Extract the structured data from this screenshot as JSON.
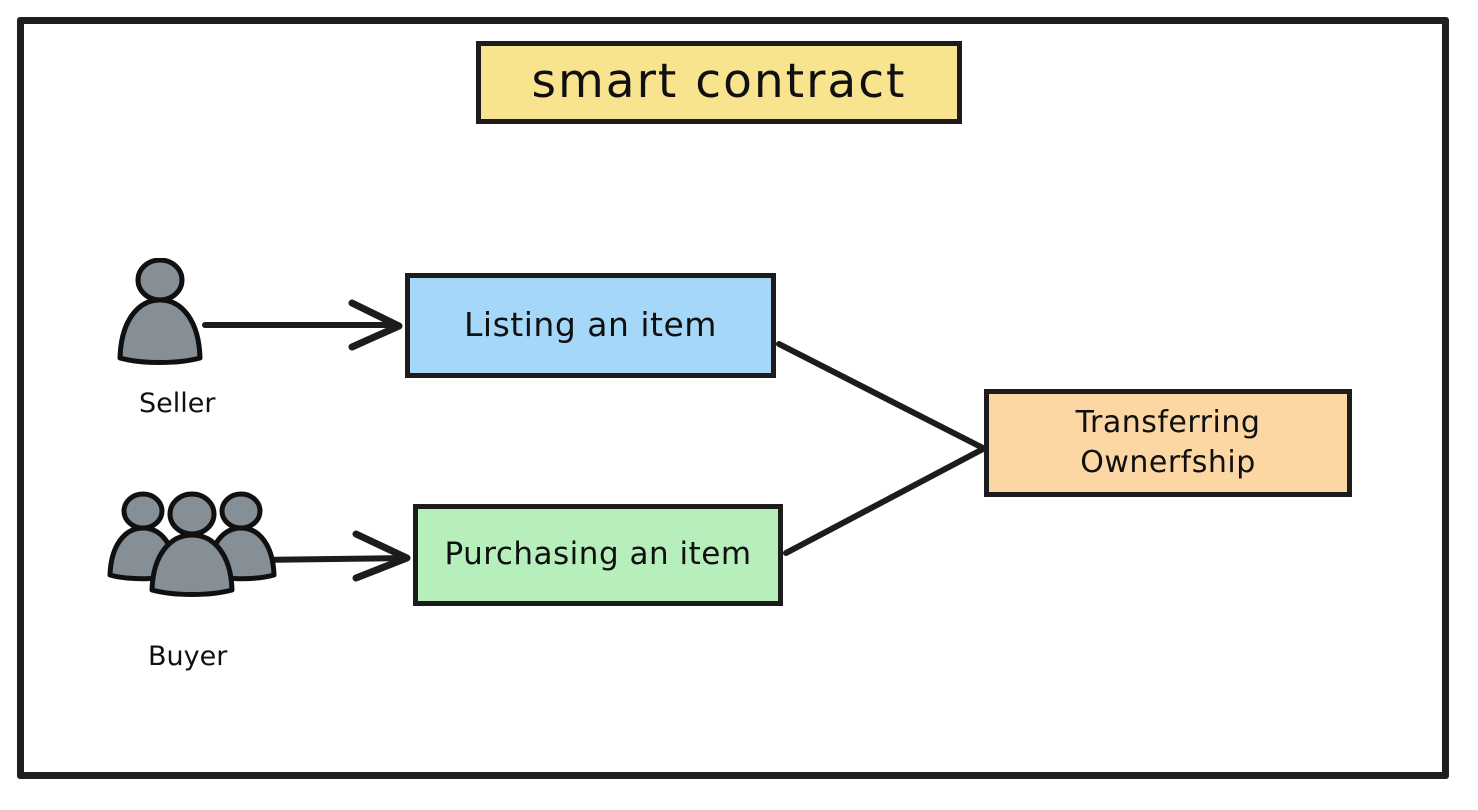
{
  "diagram": {
    "title": "smart contract",
    "frame_color": "#1f1f1f",
    "background": "#ffffff",
    "nodes": [
      {
        "id": "title",
        "label": "smart contract",
        "fill": "#F8E48E",
        "stroke": "#1c1c1c",
        "role": "container-title"
      },
      {
        "id": "listing",
        "label": "Listing an item",
        "fill": "#A5D8F8",
        "stroke": "#1c1c1c",
        "role": "process"
      },
      {
        "id": "purchasing",
        "label": "Purchasing an item",
        "fill": "#B6EFBC",
        "stroke": "#1c1c1c",
        "role": "process"
      },
      {
        "id": "transfer",
        "label_line1": "Transferring",
        "label_line2": "Ownerfship",
        "fill": "#FCD6A3",
        "stroke": "#1c1c1c",
        "role": "process"
      }
    ],
    "actors": [
      {
        "id": "seller",
        "label": "Seller",
        "icon": "single-person-icon",
        "fill": "#868E96",
        "stroke": "#101010"
      },
      {
        "id": "buyer",
        "label": "Buyer",
        "icon": "group-of-people-icon",
        "fill": "#868E96",
        "stroke": "#101010"
      }
    ],
    "edges": [
      {
        "id": "seller-to-listing",
        "from": "seller",
        "to": "listing",
        "style": "arrow"
      },
      {
        "id": "buyer-to-purchasing",
        "from": "buyer",
        "to": "purchasing",
        "style": "arrow"
      },
      {
        "id": "listing-to-transfer",
        "from": "listing",
        "to": "transfer",
        "style": "line"
      },
      {
        "id": "purchasing-to-transfer",
        "from": "purchasing",
        "to": "transfer",
        "style": "line"
      }
    ]
  }
}
